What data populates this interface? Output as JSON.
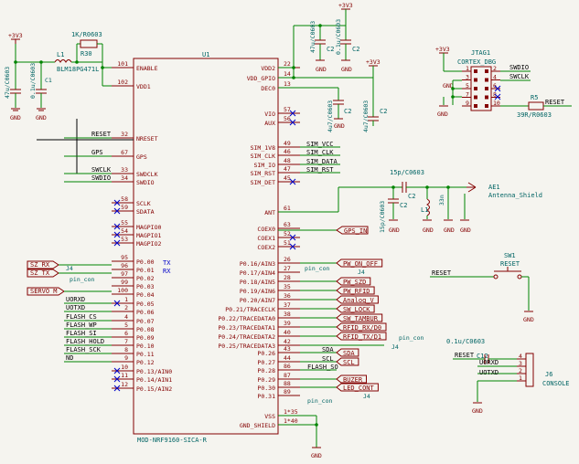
{
  "ic": {
    "ref": "U1",
    "value": "MOD-NRF9160-SICA-R",
    "left_pins": [
      {
        "num": "101",
        "name": "ENABLE"
      },
      {
        "num": "102",
        "name": "VDD1"
      },
      {
        "num": "32",
        "name": "NRESET"
      },
      {
        "num": "67",
        "name": "GPS"
      },
      {
        "num": "33",
        "name": "SWDCLK"
      },
      {
        "num": "34",
        "name": "SWDIO"
      },
      {
        "num": "58",
        "name": "SCLK"
      },
      {
        "num": "59",
        "name": "SDATA"
      },
      {
        "num": "55",
        "name": "MAGPIO0"
      },
      {
        "num": "54",
        "name": "MAGPIO1"
      },
      {
        "num": "53",
        "name": "MAGPIO2"
      },
      {
        "num": "95",
        "name": "P0.00"
      },
      {
        "num": "96",
        "name": "P0.01"
      },
      {
        "num": "97",
        "name": "P0.02"
      },
      {
        "num": "99",
        "name": "P0.03"
      },
      {
        "num": "100",
        "name": "P0.04"
      },
      {
        "num": "1",
        "name": "P0.05"
      },
      {
        "num": "2",
        "name": "P0.06"
      },
      {
        "num": "4",
        "name": "P0.07"
      },
      {
        "num": "5",
        "name": "P0.08"
      },
      {
        "num": "6",
        "name": "P0.09"
      },
      {
        "num": "7",
        "name": "P0.10"
      },
      {
        "num": "8",
        "name": "P0.11"
      },
      {
        "num": "9",
        "name": "P0.12"
      },
      {
        "num": "10",
        "name": "P0.13/AIN0"
      },
      {
        "num": "11",
        "name": "P0.14/AIN1"
      },
      {
        "num": "12",
        "name": "P0.15/AIN2"
      }
    ],
    "right_pins": [
      {
        "num": "22",
        "name": "VDD2"
      },
      {
        "num": "14",
        "name": "VDD_GPIO"
      },
      {
        "num": "13",
        "name": "DEC0"
      },
      {
        "num": "57",
        "name": "VIO"
      },
      {
        "num": "56",
        "name": "AUX"
      },
      {
        "num": "49",
        "name": "SIM_1V8"
      },
      {
        "num": "46",
        "name": "SIM_CLK"
      },
      {
        "num": "48",
        "name": "SIM_IO"
      },
      {
        "num": "47",
        "name": "SIM_RST"
      },
      {
        "num": "45",
        "name": "SIM_DET"
      },
      {
        "num": "61",
        "name": "ANT"
      },
      {
        "num": "63",
        "name": "COEX0"
      },
      {
        "num": "52",
        "name": "COEX1"
      },
      {
        "num": "51",
        "name": "COEX2"
      },
      {
        "num": "26",
        "name": "P0.16/AIN3"
      },
      {
        "num": "27",
        "name": "P0.17/AIN4"
      },
      {
        "num": "28",
        "name": "P0.18/AIN5"
      },
      {
        "num": "35",
        "name": "P0.19/AIN6"
      },
      {
        "num": "36",
        "name": "P0.20/AIN7"
      },
      {
        "num": "37",
        "name": "P0.21/TRACECLK"
      },
      {
        "num": "38",
        "name": "P0.22/TRACEDATA0"
      },
      {
        "num": "39",
        "name": "P0.23/TRACEDATA1"
      },
      {
        "num": "40",
        "name": "P0.24/TRACEDATA2"
      },
      {
        "num": "42",
        "name": "P0.25/TRACEDATA3"
      },
      {
        "num": "43",
        "name": "P0.26"
      },
      {
        "num": "44",
        "name": "P0.27"
      },
      {
        "num": "86",
        "name": "P0.28"
      },
      {
        "num": "87",
        "name": "P0.29"
      },
      {
        "num": "88",
        "name": "P0.30"
      },
      {
        "num": "89",
        "name": "P0.31"
      },
      {
        "num": "1*35",
        "name": "VSS"
      },
      {
        "num": "1*40",
        "name": "GND_SHIELD"
      }
    ]
  },
  "left_nets": [
    "RESET",
    "GPS",
    "SWCLK",
    "SWDIO",
    "UORXD",
    "UOTXD",
    "FLASH_CS",
    "FLASH_WP",
    "FLASH_SI",
    "FLASH_HOLD",
    "FLASH_SCK",
    "ND"
  ],
  "left_labels": [
    "SZ_RX",
    "SZ_TX",
    "SERVO_M"
  ],
  "tx": "TX",
  "rx": "RX",
  "pin_con": "pin_con",
  "j4": "J4",
  "sim_nets": [
    "SIM_VCC",
    "SIM_CLK",
    "SIM_DATA",
    "SIM_RST"
  ],
  "gps_in": "GPS_IN",
  "right_labels": [
    "PW_ON_OFF",
    "PW_SZD",
    "PW_RFID",
    "Analog_V",
    "SW_LOCK",
    "SW_TAMBUR",
    "RFID_RX/D0",
    "RFID_TX/D1",
    "SDA",
    "SCL",
    "BUZER",
    "LED_CONT"
  ],
  "right_nets": [
    "SDA",
    "SCL",
    "FLASH_SO"
  ],
  "power": {
    "v33": "+3V3",
    "gnd": "GND"
  },
  "power_components": {
    "l1_ref": "L1",
    "l1_val": "BLM18PG471L",
    "r30_ref": "R30",
    "r30_val": "1K/R0603",
    "c_left_a": "47u/C0603",
    "c_left_b": "0.1u/C0603",
    "c_left_ref": "C1",
    "c2_ref": "C2",
    "c2_val_a": "47u/C0603",
    "c2_val_b": "0.1u/C0603",
    "c_dec_a": "4u7/C0603",
    "c_dec_b": "4u7/C0603",
    "c_dec_ref": "C2"
  },
  "jtag": {
    "ref": "JTAG1",
    "value": "CORTEX_DBG",
    "pins": [
      "1",
      "2",
      "3",
      "4",
      "5",
      "6",
      "7",
      "8",
      "9",
      "10"
    ],
    "nets": [
      "SWDIO",
      "SWCLK",
      "RESET"
    ],
    "r5_ref": "R5",
    "r5_val": "39R/R0603"
  },
  "ant": {
    "cap_ref": "C2",
    "cap_val": "15p/C0603",
    "c2_ref": "C2",
    "c2_val": "15p/C0603",
    "l_ref": "L1",
    "l_val": "33n",
    "ae_ref": "AE1",
    "ae_val": "Antenna_Shield"
  },
  "sw": {
    "ref": "SW1",
    "value": "RESET",
    "net": "RESET"
  },
  "console": {
    "ref": "J6",
    "value": "CONSOLE",
    "cap_ref": "C12",
    "cap_val": "0.1u/C0603",
    "pins": [
      "1",
      "2",
      "3",
      "4"
    ],
    "nets": [
      "RESET",
      "UORXD",
      "UOTXD"
    ]
  }
}
